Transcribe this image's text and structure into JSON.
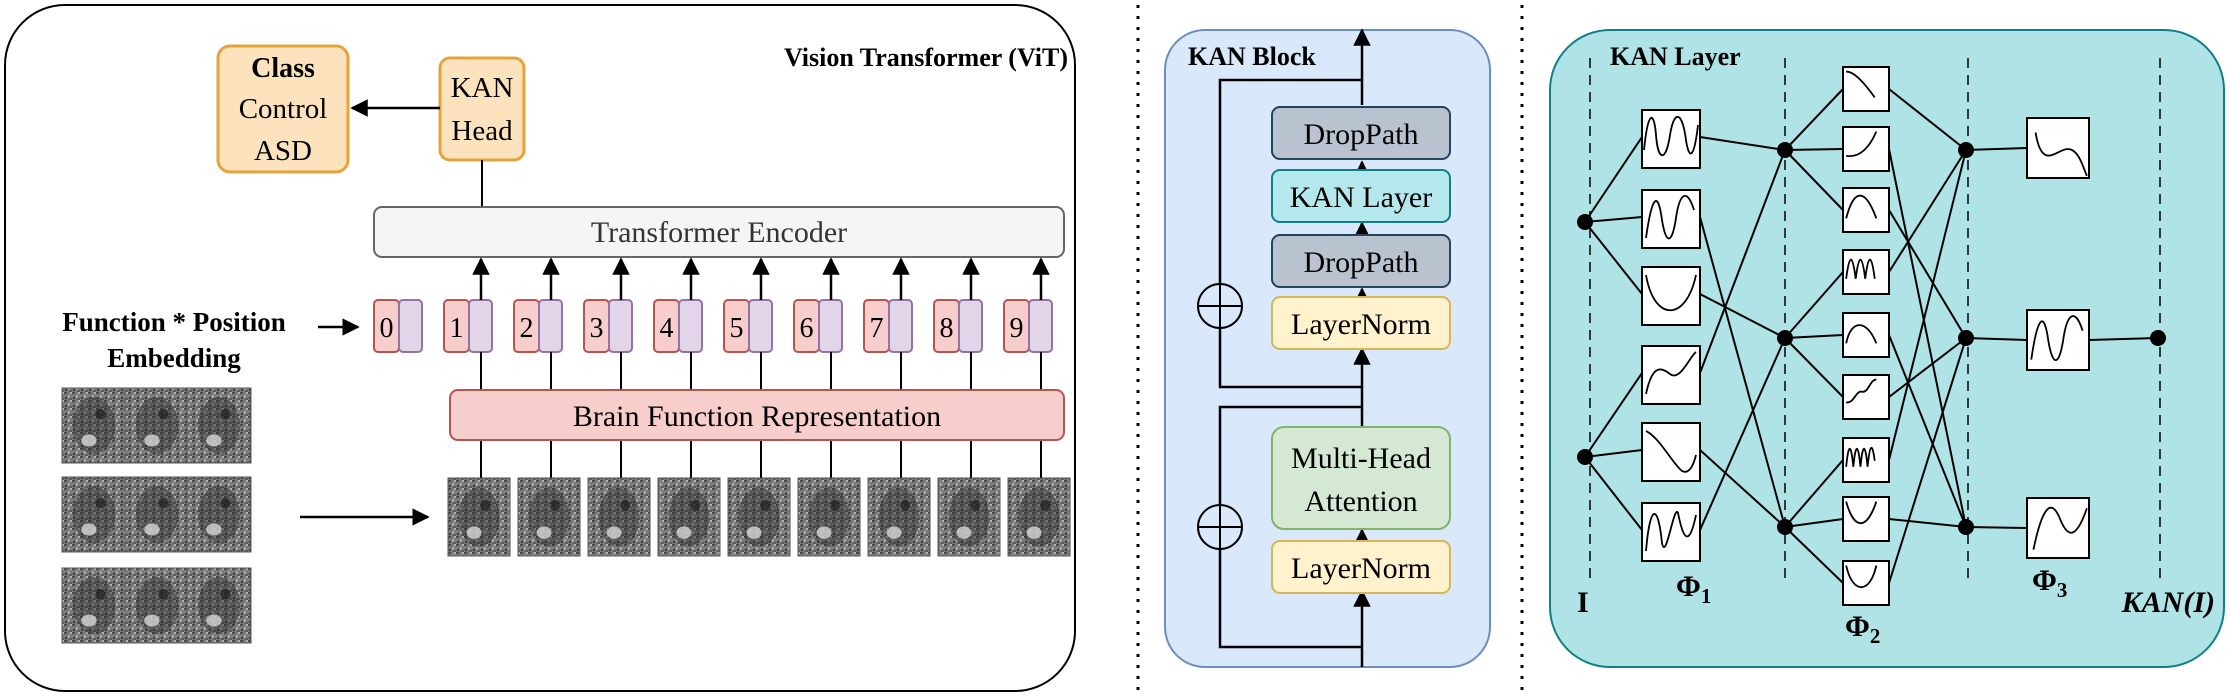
{
  "vit": {
    "title": "Vision Transformer (ViT)",
    "class_box": {
      "bold": "Class",
      "line2": "Control",
      "line3": "ASD"
    },
    "kan_head": {
      "line1": "KAN",
      "line2": "Head"
    },
    "encoder": "Transformer Encoder",
    "embedding_label": {
      "line1": "Function * Position",
      "line2": "Embedding"
    },
    "tokens": [
      "0",
      "1",
      "2",
      "3",
      "4",
      "5",
      "6",
      "7",
      "8",
      "9"
    ],
    "brain_rep": "Brain Function Representation"
  },
  "kan_block": {
    "title": "KAN Block",
    "layers": [
      "DropPath",
      "KAN Layer",
      "DropPath",
      "LayerNorm"
    ],
    "attention": {
      "line1": "Multi-Head",
      "line2": "Attention"
    },
    "norm_bottom": "LayerNorm"
  },
  "kan_layer": {
    "title": "KAN Layer",
    "input_label": "I",
    "phi1": {
      "base": "Φ",
      "sub": "1"
    },
    "phi2": {
      "base": "Φ",
      "sub": "2"
    },
    "phi3": {
      "base": "Φ",
      "sub": "3"
    },
    "output_label": "KAN(I)"
  },
  "colors": {
    "class_fill": "#FCE3BE",
    "class_stroke": "#E4A33B",
    "encoder_fill": "#F5F5F5",
    "token_num_fill": "#F8CECC",
    "token_num_stroke": "#B85450",
    "token_emb_fill": "#E1D5E7",
    "token_emb_stroke": "#9673A6",
    "brain_fill": "#F8CECC",
    "brain_stroke": "#B85450",
    "block_fill": "#DAE8FC",
    "block_stroke": "#6C8EBF",
    "droppath_fill": "#B9C3CF",
    "kanlayer_fill": "#B5E8EC",
    "kanlayer_stroke": "#0E8088",
    "norm_fill": "#FFF2CC",
    "norm_stroke": "#D6B656",
    "attn_fill": "#D5E8D4",
    "attn_stroke": "#82B366",
    "panel_fill": "#B0E3E6",
    "panel_stroke": "#0E8088"
  }
}
